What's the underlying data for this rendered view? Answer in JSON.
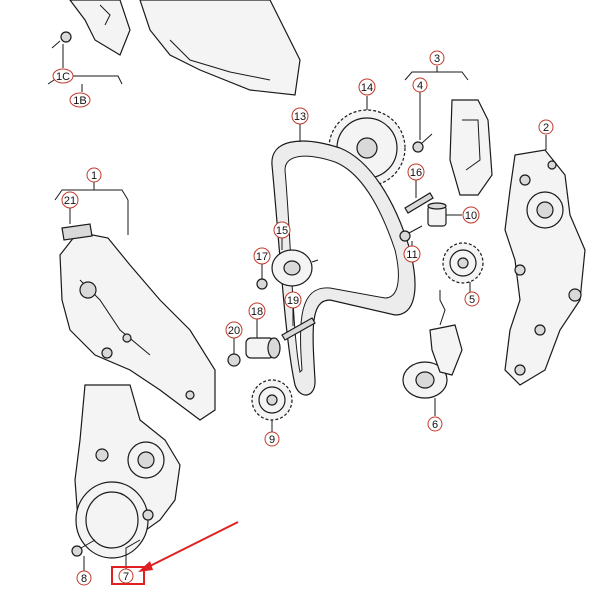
{
  "callouts": [
    {
      "id": "c-1c",
      "label": "1C"
    },
    {
      "id": "c-1b",
      "label": "1B"
    },
    {
      "id": "c-3",
      "label": "3"
    },
    {
      "id": "c-4",
      "label": "4"
    },
    {
      "id": "c-14",
      "label": "14"
    },
    {
      "id": "c-2",
      "label": "2"
    },
    {
      "id": "c-13",
      "label": "13"
    },
    {
      "id": "c-16",
      "label": "16"
    },
    {
      "id": "c-1",
      "label": "1"
    },
    {
      "id": "c-21",
      "label": "21"
    },
    {
      "id": "c-10",
      "label": "10"
    },
    {
      "id": "c-15",
      "label": "15"
    },
    {
      "id": "c-11",
      "label": "11"
    },
    {
      "id": "c-17",
      "label": "17"
    },
    {
      "id": "c-5",
      "label": "5"
    },
    {
      "id": "c-18",
      "label": "18"
    },
    {
      "id": "c-19",
      "label": "19"
    },
    {
      "id": "c-20",
      "label": "20"
    },
    {
      "id": "c-6",
      "label": "6"
    },
    {
      "id": "c-9",
      "label": "9"
    },
    {
      "id": "c-8",
      "label": "8"
    },
    {
      "id": "c-7",
      "label": "7"
    }
  ],
  "highlight": {
    "color": "#e02020",
    "target": "7"
  }
}
